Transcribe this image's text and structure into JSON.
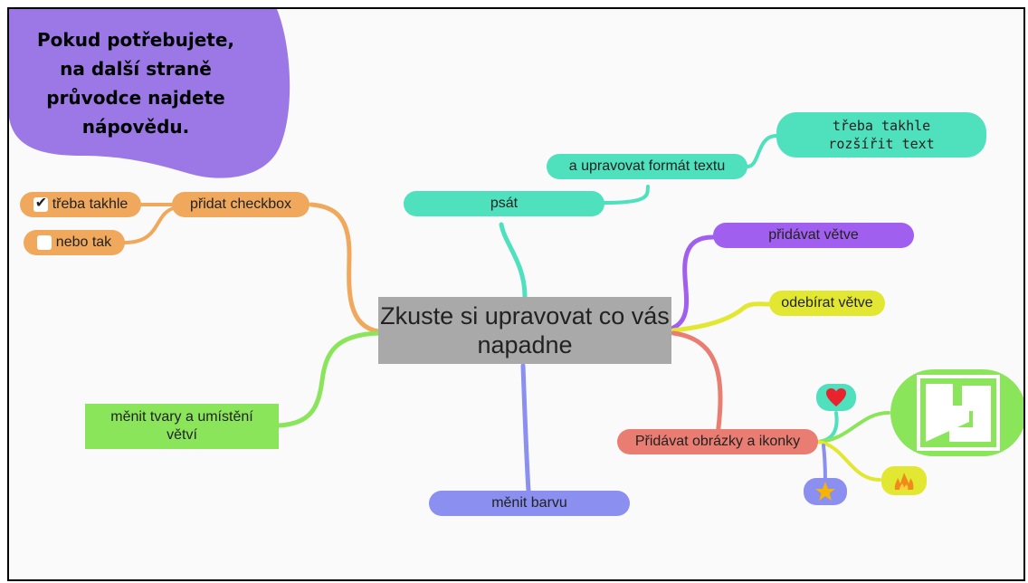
{
  "help_blob": {
    "text": "Pokud potřebujete,\nna další straně\nprůvodce najdete\nnápovědu."
  },
  "central": {
    "label": "Zkuste si upravovat co vás napadne"
  },
  "nodes": {
    "psat": "psát",
    "format_textu": "a upravovat formát textu",
    "rozsirit_text": "třeba takhle\nrozšířit text",
    "pridat_checkbox": "přidat checkbox",
    "treba_takhle": "třeba takhle",
    "nebo_tak": "nebo tak",
    "menit_tvary": "měnit tvary a umístění\nvětví",
    "menit_barvu": "měnit barvu",
    "pridavat_vetve": "přidávat větve",
    "odebirat_vetve": "odebírat větve",
    "obrazky": "Přidávat obrázky a ikonky"
  },
  "checkboxes": {
    "treba_takhle_checked": true,
    "nebo_tak_checked": false
  },
  "icons": [
    "heart-icon",
    "star-icon",
    "fire-icon",
    "app-logo-icon"
  ],
  "colors": {
    "blob": "#9b78e6",
    "teal": "#4fe0bd",
    "orange": "#f0a85c",
    "green": "#8be55a",
    "blue": "#8a8ff0",
    "purple": "#a15ff0",
    "yellow": "#e2e831",
    "red": "#ea7d72",
    "central": "#a9a9a9"
  }
}
